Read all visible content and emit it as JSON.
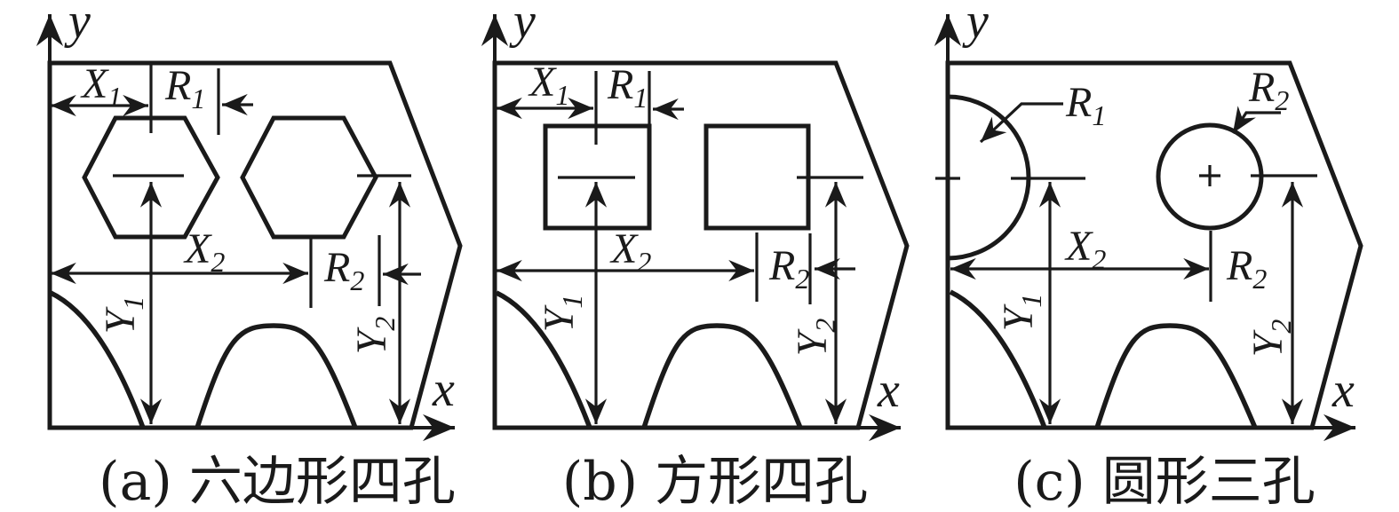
{
  "figure_caption_group": "hole pattern drawings",
  "colors": {
    "line": "#1a1a1a",
    "background": "#ffffff"
  },
  "panels": [
    {
      "name": "hexagonal-four-holes",
      "hole_shape": "hexagon",
      "caption": "(a) 六边形四孔",
      "axis_labels": {
        "x": "x",
        "y": "y"
      },
      "dims": {
        "X1": {
          "base": "X",
          "sub": "1"
        },
        "R1": {
          "base": "R",
          "sub": "1"
        },
        "X2": {
          "base": "X",
          "sub": "2"
        },
        "R2": {
          "base": "R",
          "sub": "2"
        },
        "Y1": {
          "base": "Y",
          "sub": "1"
        },
        "Y2": {
          "base": "Y",
          "sub": "2"
        }
      }
    },
    {
      "name": "square-four-holes",
      "hole_shape": "square",
      "caption": "(b) 方形四孔",
      "axis_labels": {
        "x": "x",
        "y": "y"
      },
      "dims": {
        "X1": {
          "base": "X",
          "sub": "1"
        },
        "R1": {
          "base": "R",
          "sub": "1"
        },
        "X2": {
          "base": "X",
          "sub": "2"
        },
        "R2": {
          "base": "R",
          "sub": "2"
        },
        "Y1": {
          "base": "Y",
          "sub": "1"
        },
        "Y2": {
          "base": "Y",
          "sub": "2"
        }
      }
    },
    {
      "name": "circular-three-holes",
      "hole_shape": "circle",
      "caption": "(c) 圆形三孔",
      "axis_labels": {
        "x": "x",
        "y": "y"
      },
      "dims": {
        "R1": {
          "base": "R",
          "sub": "1"
        },
        "R2_top": {
          "base": "R",
          "sub": "2"
        },
        "X2": {
          "base": "X",
          "sub": "2"
        },
        "R2_bottom": {
          "base": "R",
          "sub": "2"
        },
        "Y1": {
          "base": "Y",
          "sub": "1"
        },
        "Y2": {
          "base": "Y",
          "sub": "2"
        }
      }
    }
  ]
}
